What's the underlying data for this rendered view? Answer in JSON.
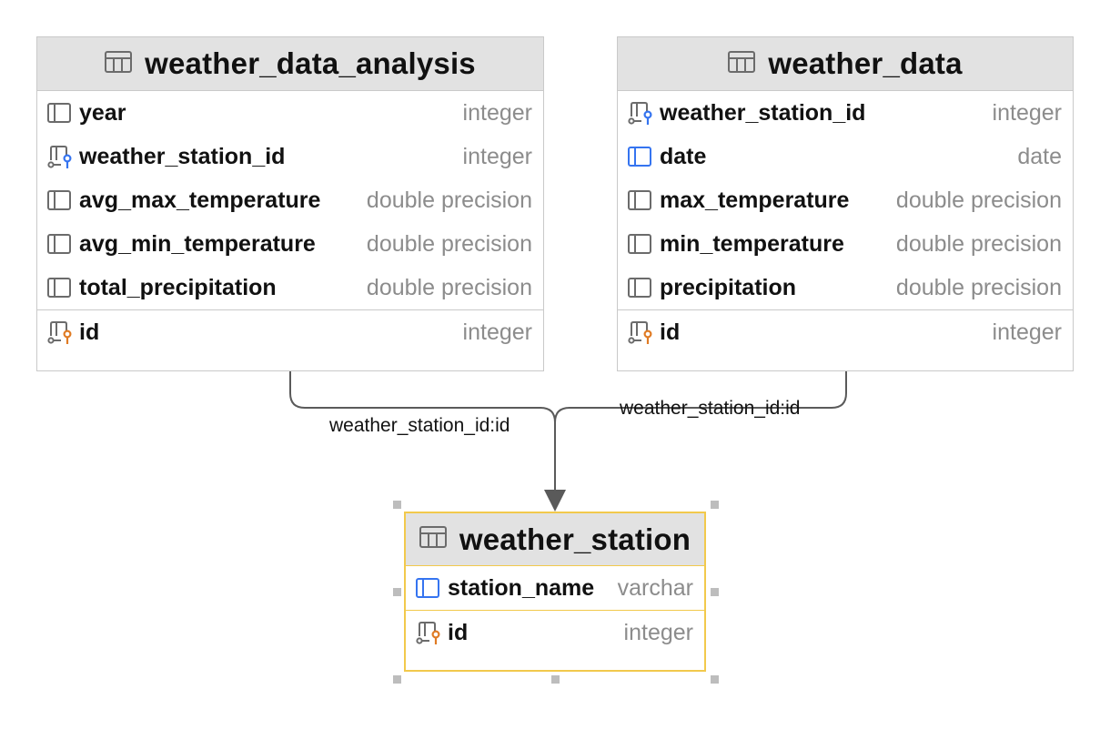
{
  "tables": {
    "weather_data_analysis": {
      "title": "weather_data_analysis",
      "columns": [
        {
          "name": "year",
          "type": "integer",
          "icon": "column-icon"
        },
        {
          "name": "weather_station_id",
          "type": "integer",
          "icon": "foreign-key-column-icon"
        },
        {
          "name": "avg_max_temperature",
          "type": "double precision",
          "icon": "column-icon"
        },
        {
          "name": "avg_min_temperature",
          "type": "double precision",
          "icon": "column-icon"
        },
        {
          "name": "total_precipitation",
          "type": "double precision",
          "icon": "column-icon"
        }
      ],
      "pk": {
        "name": "id",
        "type": "integer",
        "icon": "primary-key-column-icon"
      }
    },
    "weather_data": {
      "title": "weather_data",
      "columns": [
        {
          "name": "weather_station_id",
          "type": "integer",
          "icon": "foreign-key-column-icon"
        },
        {
          "name": "date",
          "type": "date",
          "icon": "indexed-column-icon"
        },
        {
          "name": "max_temperature",
          "type": "double precision",
          "icon": "column-icon"
        },
        {
          "name": "min_temperature",
          "type": "double precision",
          "icon": "column-icon"
        },
        {
          "name": "precipitation",
          "type": "double precision",
          "icon": "column-icon"
        }
      ],
      "pk": {
        "name": "id",
        "type": "integer",
        "icon": "primary-key-column-icon"
      }
    },
    "weather_station": {
      "title": "weather_station",
      "columns": [
        {
          "name": "station_name",
          "type": "varchar",
          "icon": "indexed-column-icon"
        }
      ],
      "pk": {
        "name": "id",
        "type": "integer",
        "icon": "primary-key-column-icon"
      }
    }
  },
  "connections": [
    {
      "from": "weather_data_analysis",
      "to": "weather_station",
      "label": "weather_station_id:id"
    },
    {
      "from": "weather_data",
      "to": "weather_station",
      "label": "weather_station_id:id"
    }
  ],
  "colors": {
    "header_bg": "#e2e2e2",
    "border": "#c9c9c9",
    "selection": "#f2c94c",
    "type_text": "#8c8c8c",
    "fk_accent": "#3574f0",
    "pk_accent": "#e07b24",
    "connector": "#5a5a5a"
  }
}
